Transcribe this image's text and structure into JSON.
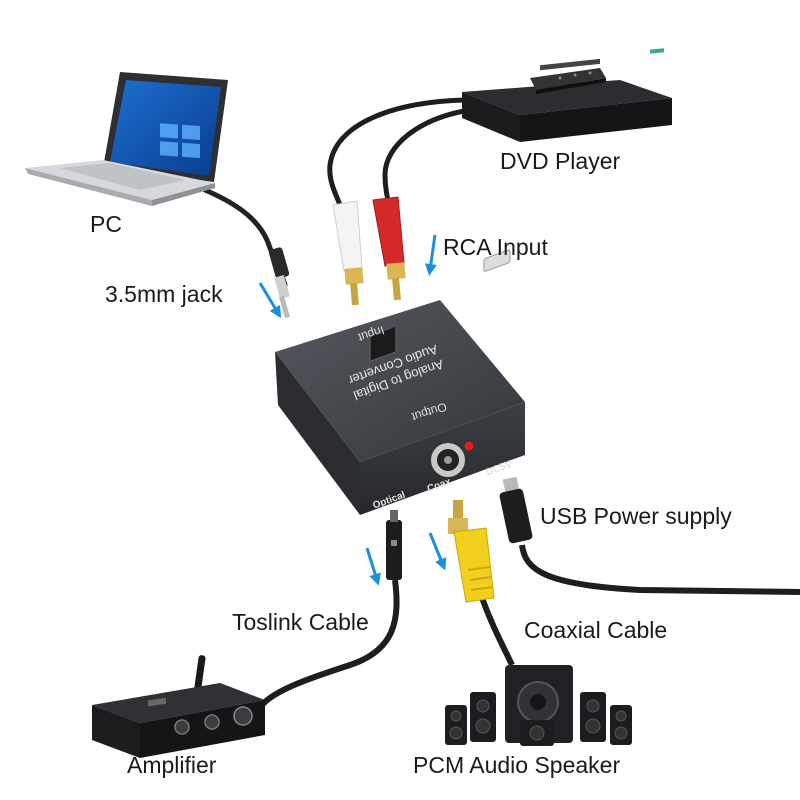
{
  "labels": {
    "pc": "PC",
    "jack": "3.5mm jack",
    "dvd": "DVD Player",
    "rca": "RCA Input",
    "usb": "USB Power supply",
    "toslink": "Toslink Cable",
    "coaxial": "Coaxial Cable",
    "amplifier": "Amplifier",
    "speaker": "PCM Audio Speaker"
  },
  "device": {
    "title_line1": "Analog to Digital",
    "title_line2": "Audio Converter",
    "input_label": "Input",
    "output_label": "Output",
    "optical_port": "Optical",
    "coax_port": "Coax",
    "usb_port": "DC5V"
  },
  "colors": {
    "arrow": "#1a8fe0",
    "device_body": "#3a3d42",
    "cable": "#222222",
    "rca_red": "#d42a2a",
    "rca_white": "#f2f2f2",
    "coax_yellow": "#f2cf1c",
    "led": "#e51a1a"
  }
}
